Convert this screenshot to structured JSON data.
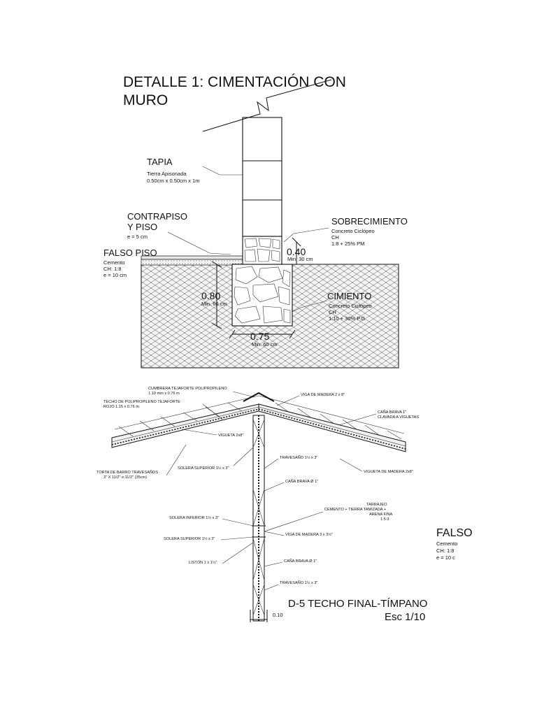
{
  "detail1": {
    "title_line1": "DETALLE 1: CIMENTACIÓN CON",
    "title_line2": "MURO",
    "tapia": {
      "title": "TAPIA",
      "line1": "Tierra Apisonada",
      "line2": "0.50cm x 0.50cm x 1m"
    },
    "contrapiso": {
      "title1": "CONTRAPISO",
      "title2": "Y PISO",
      "line1": "e = 5 cm"
    },
    "falso_piso": {
      "title": "FALSO PISO",
      "line1": "Cemento",
      "line2": "CH: 1:8",
      "line3": "e = 10 cm"
    },
    "sobrecimiento": {
      "title": "SOBRECIMIENTO",
      "line1": "Concreto Ciclópeo",
      "line2": "CH",
      "line3": "1:8 + 25% PM"
    },
    "cimiento": {
      "title": "CIMIENTO",
      "line1": "Concreto Ciclópeo",
      "line2": "CH",
      "line3": "1:10 + 30% P.G"
    },
    "dim_040": {
      "value": "0.40",
      "note": "Min. 30 cm"
    },
    "dim_080": {
      "value": "0.80",
      "note": "Min. 60 cm"
    },
    "dim_075": {
      "value": "0.75",
      "note": "Min. 60 cm"
    }
  },
  "detail5": {
    "title": "D-5 TECHO FINAL-TÍMPANO",
    "scale": "Esc 1/10",
    "dim_010": "0.10",
    "labels": {
      "cumbrera1": "CUMBRERA TEJAFORTE POLIPROPILENO",
      "cumbrera2": "1.10 mm x 0.76 m",
      "techo1": "TECHO DE POLIPROPILENO TEJAFORTE",
      "techo2": "ROJO 1.15 x 0.76 m",
      "viga_madera": "VIGA DE MADERA 2 x 8\"",
      "cana_brava1": "CAÑA BRAVA 1\"",
      "cana_brava2": "CLAVADA A VIGUETAS",
      "vigueta": "VIGUETA 2x8\"",
      "solera_sup1": "SOLERA SUPERIOR 1½ x 3\"",
      "torta1": "TORTA DE BARRO TRAVESAÑOS",
      "torta2": "3\" X 11/2\" e:11/2\" (35cm)",
      "travesano1": "TRAVESAÑO 1½ x 3\"",
      "vigueta_madera": "VIGUETA DE MADERA 2x8\"",
      "cana_brava_d1": "CAÑA BRAVA Ø 1\"",
      "tarrajeo1": "TARRAJEO",
      "tarrajeo2": "CEMENTO + TIERRA TAMIZADA +",
      "tarrajeo3": "ARENA FINA",
      "tarrajeo4": "1:5:3",
      "solera_inf": "SOLERA INFERIOR 1½ x 3\"",
      "viga_madera_3x3": "VIGA DE MADERA 3 x 3½\"",
      "solera_sup2": "SOLERA SUPERIOR 1½ x 3\"",
      "liston": "LISTÓN 1 x 1½\"",
      "cana_brava_d2": "CAÑA BRAVA Ø 1\"",
      "travesano2": "TRAVESAÑO 1½ x 3\""
    }
  },
  "partial_falso": {
    "title": "FALSO",
    "line1": "Cemento",
    "line2": "CH: 1:8",
    "line3": "e = 10 c"
  }
}
